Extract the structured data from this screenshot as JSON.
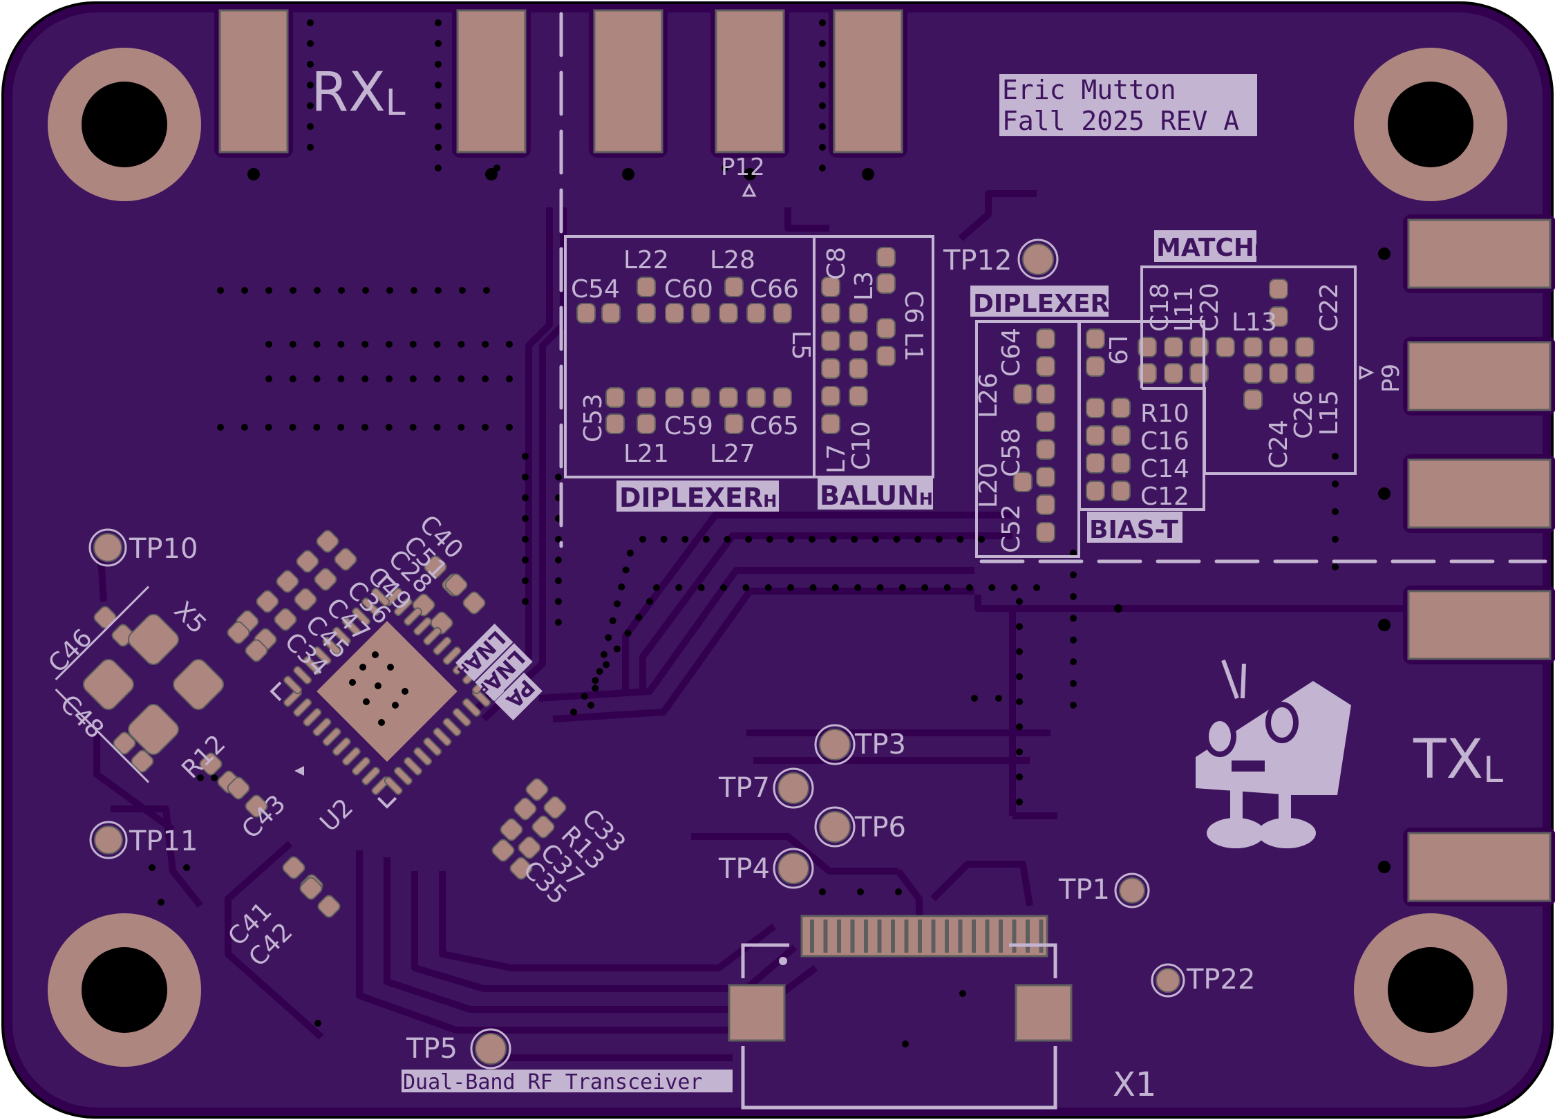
{
  "colors": {
    "background": "#ffffff",
    "board_edge": "#000000",
    "board_border": "#33004f",
    "board_fill": "#3e145e",
    "trace_clearance": "#330050",
    "copper": "#ae8680",
    "copper_outline": "#5e5e5e",
    "silkscreen": "#c3b4d2",
    "drill": "#000000"
  },
  "board": {
    "title_block": [
      "Eric Mutton",
      "Fall 2025 REV A"
    ],
    "project_name": "Dual-Band RF Transceiver"
  },
  "ports": {
    "rx": {
      "label": "RX",
      "subscript": "L"
    },
    "tx": {
      "label": "TX",
      "subscript": "L"
    },
    "top_connector": "P12",
    "right_connector": "P9"
  },
  "section_labels": [
    {
      "id": "diplexer-left",
      "text": "DIPLEXER",
      "subscript": "H"
    },
    {
      "id": "balun",
      "text": "BALUN",
      "subscript": "H"
    },
    {
      "id": "diplexer-right",
      "text": "DIPLEXER",
      "subscript": "H"
    },
    {
      "id": "match",
      "text": "MATCH",
      "subscript": "H"
    },
    {
      "id": "bias-t",
      "text": "BIAS-T",
      "subscript": ""
    }
  ],
  "ic_labels": [
    "LNA",
    "LNA",
    "PA"
  ],
  "ic_label_subscripts": [
    "H",
    "P",
    ""
  ],
  "test_points": [
    "TP1",
    "TP3",
    "TP4",
    "TP5",
    "TP6",
    "TP7",
    "TP10",
    "TP11",
    "TP12",
    "TP22"
  ],
  "designators": {
    "diplexer_left": [
      "L22",
      "L28",
      "C54",
      "C60",
      "C66",
      "C53",
      "C59",
      "C65",
      "L21",
      "L27",
      "L5"
    ],
    "balun": [
      "C8",
      "L3",
      "C6",
      "L1",
      "L7",
      "C10"
    ],
    "diplexer_right": [
      "L26",
      "C64",
      "C58",
      "L20",
      "C52",
      "L9"
    ],
    "match": [
      "C18",
      "L11",
      "C20",
      "L13",
      "C22",
      "C24",
      "C26",
      "L15"
    ],
    "bias_t": [
      "R10",
      "C16",
      "C14",
      "C12"
    ],
    "rf_ic": [
      "U2",
      "X5",
      "C46",
      "C48",
      "R12",
      "C43",
      "C41",
      "C42",
      "C40",
      "C51",
      "C28",
      "C49",
      "C36",
      "C47",
      "C45",
      "C34",
      "C33",
      "R13",
      "C37",
      "C35"
    ],
    "connector": "X1"
  }
}
